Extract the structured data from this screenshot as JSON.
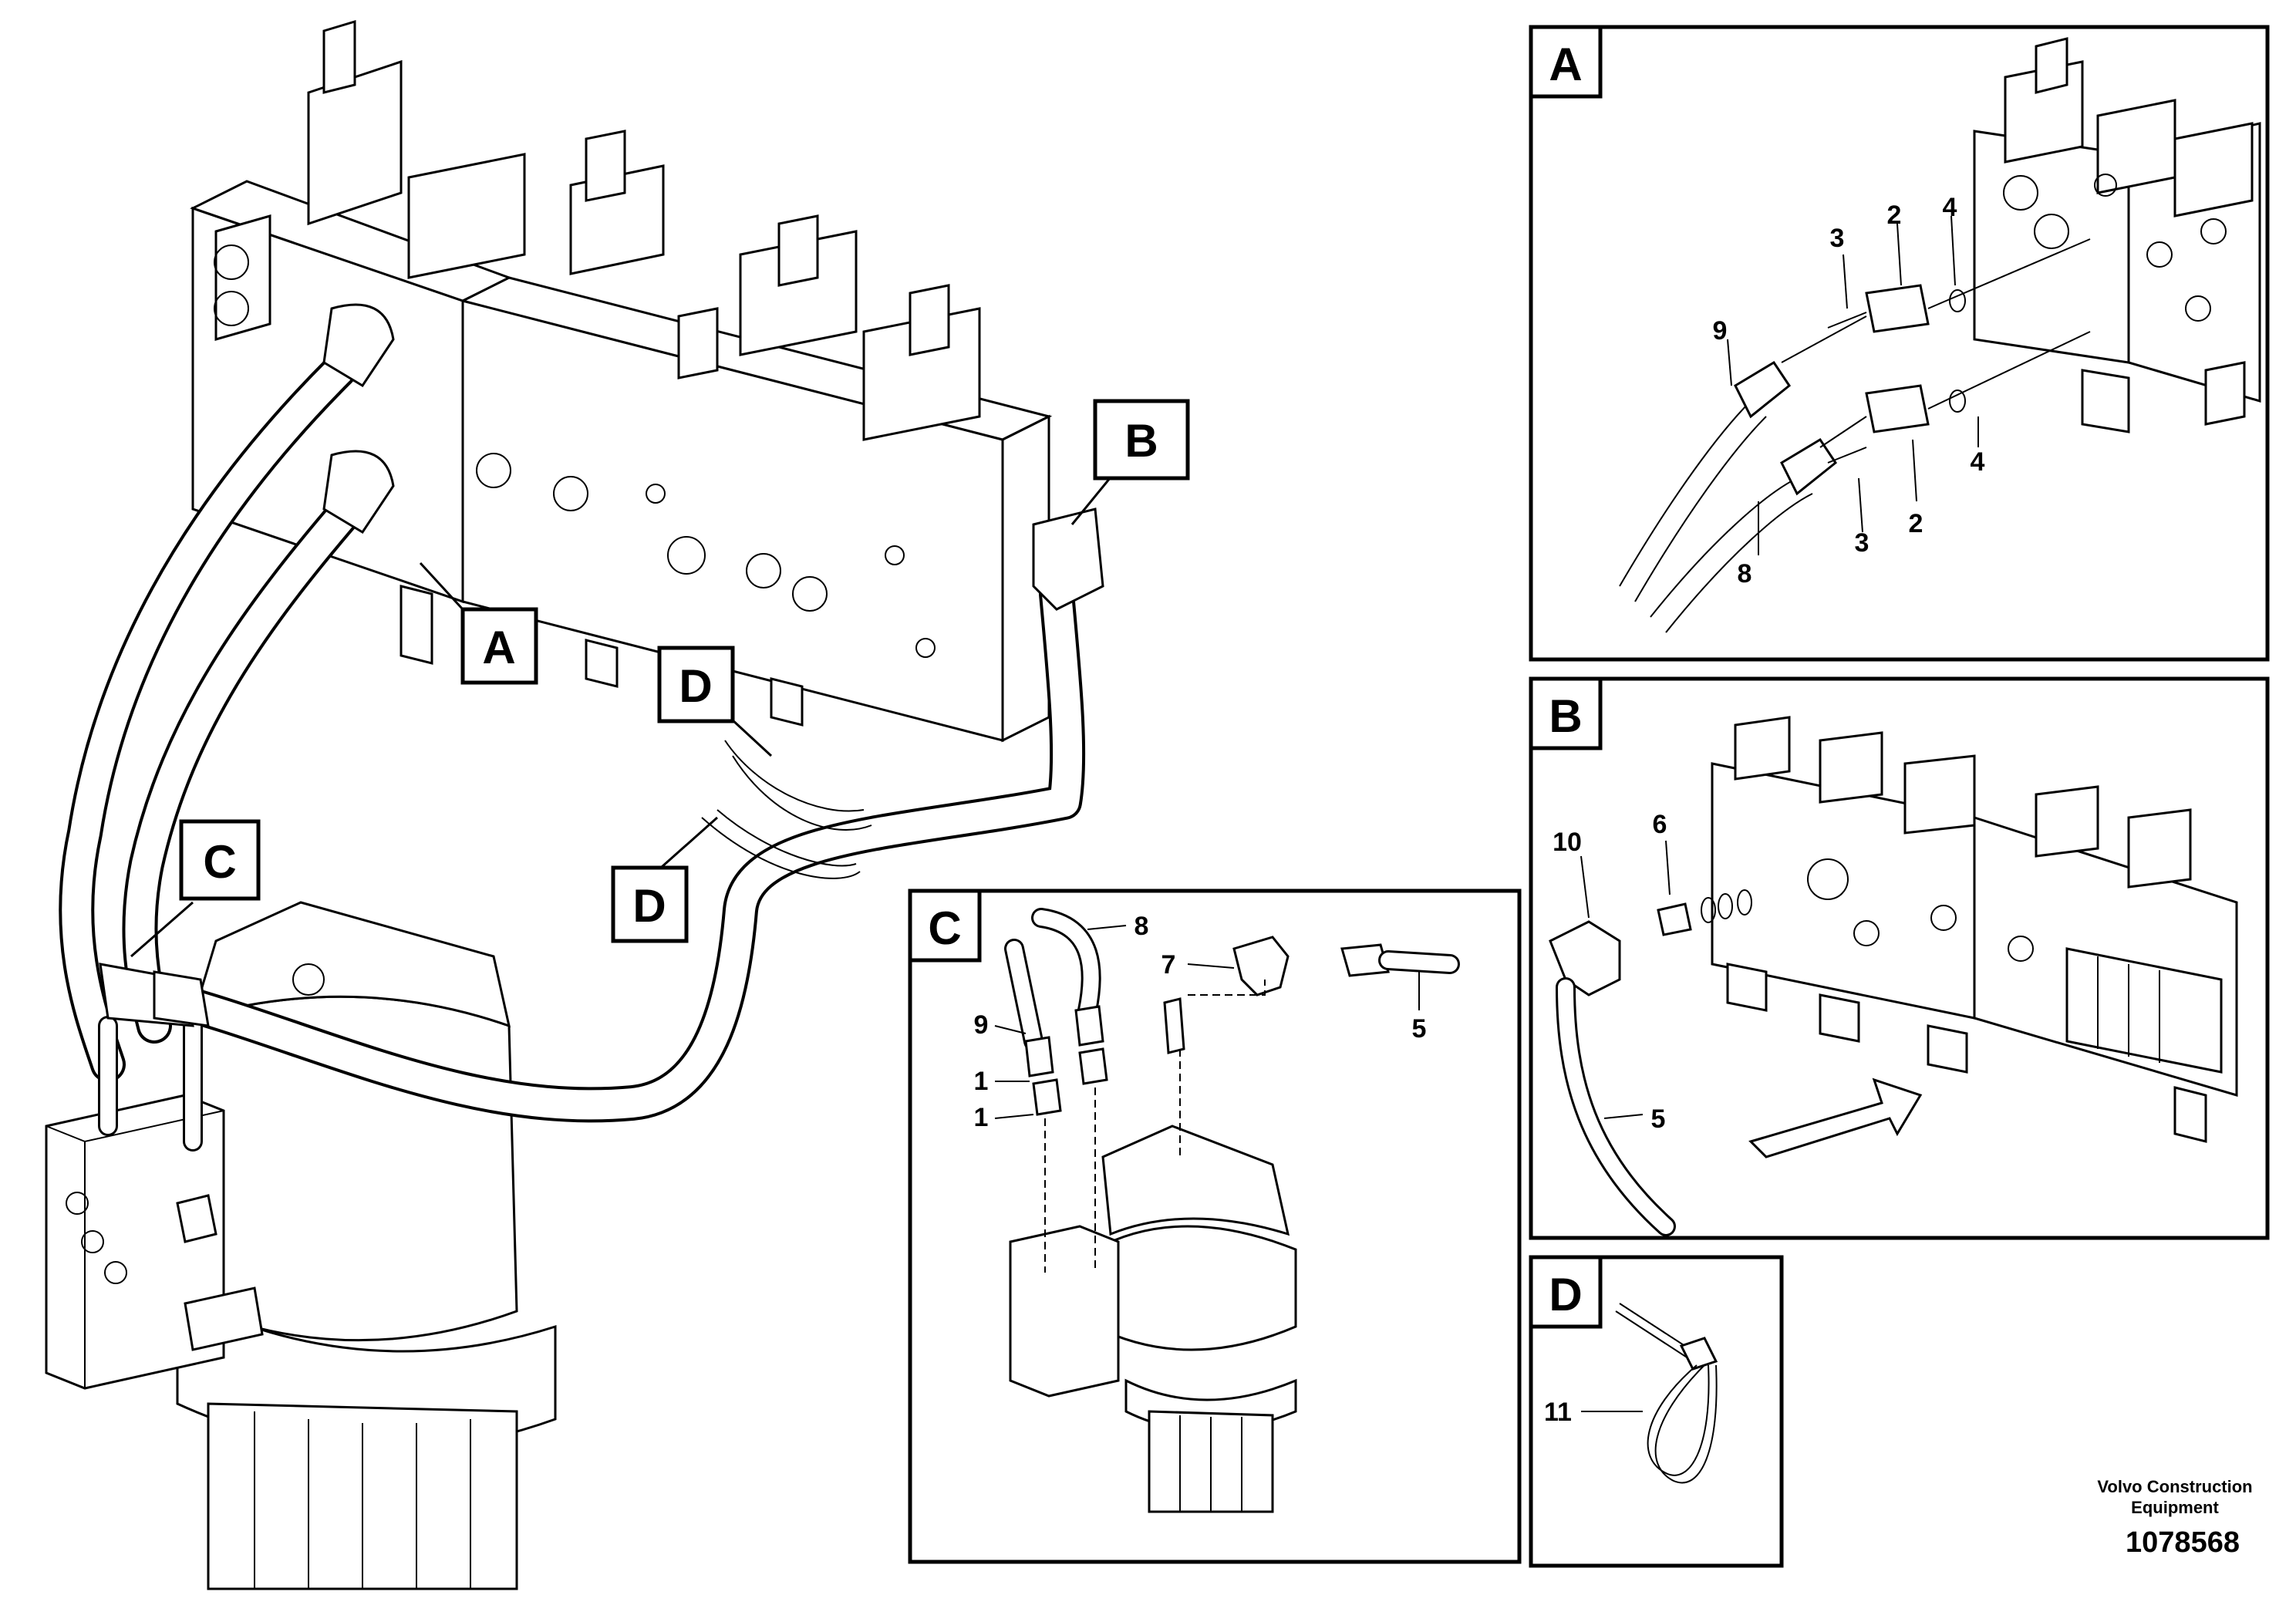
{
  "diagram": {
    "main_callouts": [
      "A",
      "B",
      "C",
      "D",
      "D"
    ],
    "detail_a": {
      "tag": "A",
      "labels": [
        "3",
        "2",
        "4",
        "9",
        "2",
        "3",
        "4",
        "8"
      ]
    },
    "detail_b": {
      "tag": "B",
      "labels": [
        "10",
        "6",
        "5"
      ]
    },
    "detail_c": {
      "tag": "C",
      "labels": [
        "8",
        "7",
        "9",
        "1",
        "1",
        "5"
      ]
    },
    "detail_d": {
      "tag": "D",
      "labels": [
        "11"
      ]
    }
  },
  "footer": {
    "company_line1": "Volvo Construction",
    "company_line2": "Equipment",
    "ref_number": "1078568"
  }
}
